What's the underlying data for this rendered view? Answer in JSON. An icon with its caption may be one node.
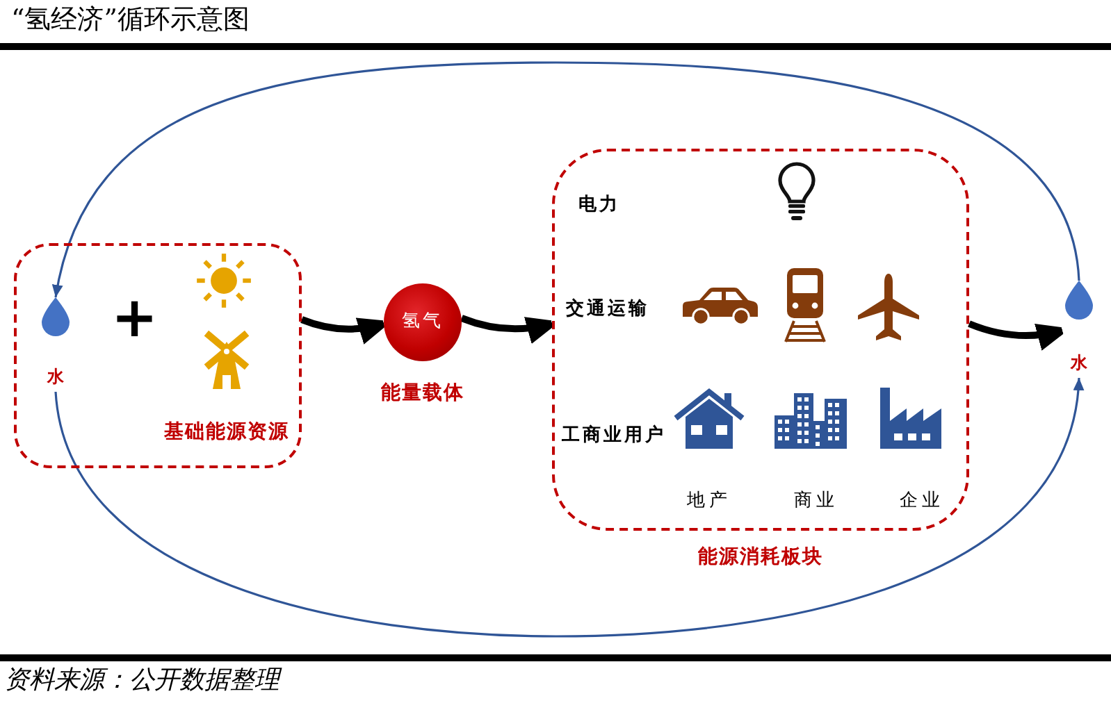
{
  "diagram": {
    "title": "“氢经济”循环示意图",
    "caption": "资料来源：公开数据整理",
    "nodes": [
      {
        "text": [
          "基础能源资源"
        ]
      },
      {
        "text": [
          "水"
        ],
        "in": 0
      },
      {
        "text": [
          "氢气"
        ],
        "beside": [
          "能量载体"
        ]
      },
      {
        "text": [
          "能源消耗板块"
        ]
      },
      {
        "text": [
          "水"
        ]
      }
    ],
    "edges": [
      {
        "from": 0,
        "to": 2,
        "arrow": "to"
      },
      {
        "from": 2,
        "to": 3,
        "arrow": "to"
      },
      {
        "from": 3,
        "to": 4,
        "arrow": "to"
      },
      {
        "from": 4,
        "to": 1,
        "arrow": "to",
        "color": "#2f5597"
      },
      {
        "from": 1,
        "to": 4,
        "arrow": "to",
        "color": "#2f5597"
      }
    ],
    "labels": [
      "+",
      "电力",
      "交通运输",
      "工商业用户",
      "地产",
      "商业",
      "企业"
    ]
  }
}
